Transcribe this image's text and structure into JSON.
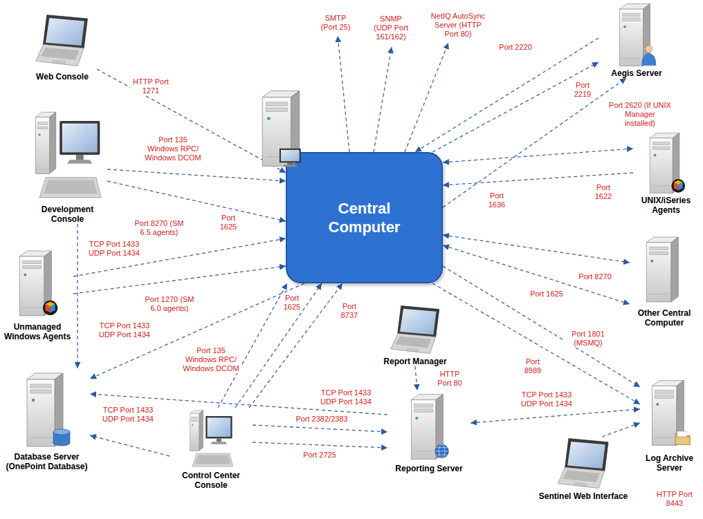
{
  "diagram": {
    "nodes": [
      {
        "text": [
          "Web Console"
        ]
      },
      {
        "text": [
          "Aegis Server"
        ]
      },
      {
        "text": [
          "Development Console"
        ]
      },
      {
        "text": [
          "Central Computer"
        ]
      },
      {
        "text": [
          "UNIX/iSeries Agents"
        ]
      },
      {
        "text": [
          "Unmanaged Windows Agents"
        ]
      },
      {
        "text": [
          "Other Central Computer"
        ]
      },
      {
        "text": [
          "Database Server (OnePoint Database)"
        ]
      },
      {
        "text": [
          "Report Manager"
        ]
      },
      {
        "text": [
          "Control Center Console"
        ]
      },
      {
        "text": [
          "Reporting Server"
        ]
      },
      {
        "text": [
          "Log Archive Server"
        ]
      },
      {
        "text": [
          "Sentinel Web Interface"
        ]
      }
    ],
    "edges": [
      {
        "from": 0,
        "to": 3,
        "arrow": "to",
        "label": "HTTP Port 1271"
      },
      {
        "from": 2,
        "to": 3,
        "arrow": "to",
        "label": "Port 135 Windows RPC/ Windows DCOM"
      },
      {
        "from": 2,
        "to": 3,
        "arrow": "to",
        "label": "Port 1625"
      },
      {
        "from": 2,
        "to": 7,
        "arrow": "to",
        "label": "TCP Port 1433 UDP Port 1434"
      },
      {
        "from": 5,
        "to": 3,
        "arrow": "to",
        "label": "Port 8270 (SM 6.5 agents)"
      },
      {
        "from": 5,
        "to": 3,
        "arrow": "to",
        "label": "Port 1270 (SM 6.0 agents)"
      },
      {
        "from": 3,
        "to": 7,
        "arrow": "to",
        "label": "TCP Port 1433 UDP Port 1434"
      },
      {
        "from": 9,
        "to": 3,
        "arrow": "to",
        "label": "Port 135 Windows RPC/ Windows DCOM"
      },
      {
        "from": 9,
        "to": 3,
        "arrow": "to",
        "label": "Port 1625"
      },
      {
        "from": 9,
        "to": 3,
        "arrow": "to",
        "label": "Port 8737"
      },
      {
        "from": 9,
        "to": 7,
        "arrow": "to",
        "label": "TCP Port 1433 UDP Port 1434"
      },
      {
        "from": 10,
        "to": 7,
        "arrow": "to",
        "label": "TCP Port 1433 UDP Port 1434"
      },
      {
        "from": 9,
        "to": 10,
        "arrow": "to",
        "label": "Port 2382/2383"
      },
      {
        "from": 9,
        "to": 10,
        "arrow": "to",
        "label": "Port 2725"
      },
      {
        "from": 8,
        "to": 10,
        "arrow": "to",
        "label": "HTTP Port 80"
      },
      {
        "from": 10,
        "to": 11,
        "arrow": "both",
        "label": "TCP Port 1433 UDP Port 1434"
      },
      {
        "from": 12,
        "to": 11,
        "arrow": "to",
        "label": "HTTP Port 8443"
      },
      {
        "from": 3,
        "to": 11,
        "arrow": "to",
        "label": "Port 1801 (MSMQ)"
      },
      {
        "from": 3,
        "to": 11,
        "arrow": "to",
        "label": "Port 8989"
      },
      {
        "from": 3,
        "to": 6,
        "arrow": "both",
        "label": "Port 8270"
      },
      {
        "from": 3,
        "to": 6,
        "arrow": "both",
        "label": "Port 1625"
      },
      {
        "from": 3,
        "to": 4,
        "arrow": "both",
        "label": "Port 2620 (If UNIX Manager installed)"
      },
      {
        "from": 4,
        "to": 3,
        "arrow": "to",
        "label": "Port 1622"
      },
      {
        "from": 1,
        "to": 3,
        "arrow": "to",
        "label": "Port 2220"
      },
      {
        "from": 3,
        "to": 1,
        "arrow": "to",
        "label": "Port 2219"
      },
      {
        "from": 3,
        "to": 1,
        "arrow": "to",
        "label": "Port 1636"
      }
    ],
    "labels": [
      "SMTP (Port 25)",
      "SNMP (UDP Port 161/162)",
      "NetIQ AutoSync Server (HTTP Port 80)"
    ]
  }
}
